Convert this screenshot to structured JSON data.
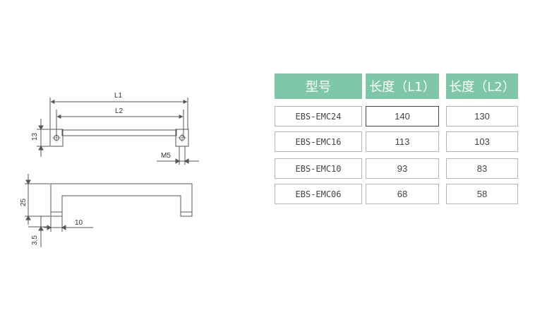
{
  "drawing": {
    "labels": {
      "l1": "L1",
      "l2": "L2",
      "height_13": "13",
      "m5": "M5",
      "height_25": "25",
      "foot_10": "10",
      "height_3_5": "3,5"
    }
  },
  "spec_table": {
    "headers": [
      "型号",
      "长度（L1）",
      "长度（L2）"
    ],
    "rows": [
      [
        "EBS-EMC24",
        "140",
        "130"
      ],
      [
        "EBS-EMC16",
        "113",
        "103"
      ],
      [
        "EBS-EMC10",
        "93",
        "83"
      ],
      [
        "EBS-EMC06",
        "68",
        "58"
      ]
    ]
  },
  "colors": {
    "header_bg": "#7fc7a9",
    "header_text": "#ffffff",
    "line": "#555555"
  }
}
